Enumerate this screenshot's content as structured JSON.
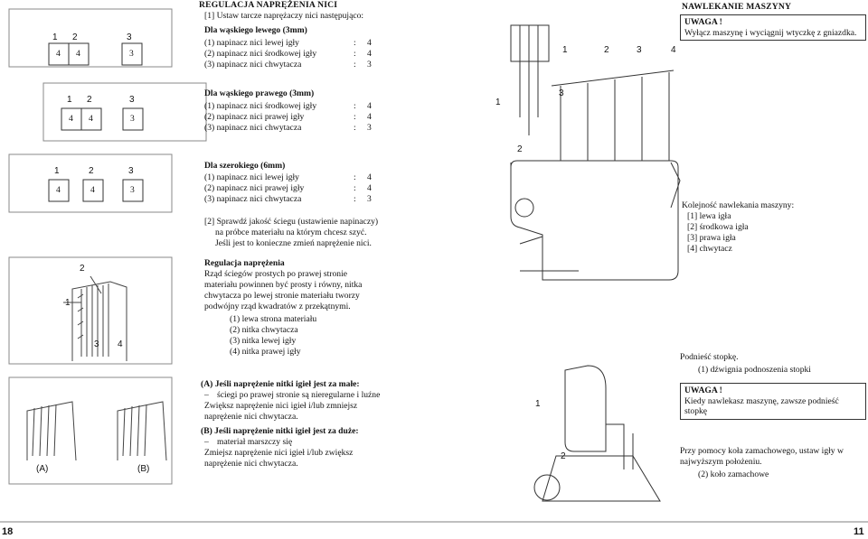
{
  "left": {
    "section_title": "REGULACJA NAPRĘŻENIA NICI",
    "step1": "[1] Ustaw tarcze naprężaczy nici następująco:",
    "narrow_left": {
      "title": "Dla wąskiego lewego (3mm)",
      "rows": [
        {
          "label": "(1) napinacz nici lewej igły",
          "colon": ":",
          "value": "4"
        },
        {
          "label": "(2) napinacz nici środkowej igły",
          "colon": ":",
          "value": "4"
        },
        {
          "label": "(3) napinacz nici chwytacza",
          "colon": ":",
          "value": "3"
        }
      ]
    },
    "narrow_right": {
      "title": "Dla wąskiego prawego (3mm)",
      "rows": [
        {
          "label": "(1) napinacz nici środkowej igły",
          "colon": ":",
          "value": "4"
        },
        {
          "label": "(2) napinacz nici prawej igły",
          "colon": ":",
          "value": "4"
        },
        {
          "label": "(3) napinacz nici chwytacza",
          "colon": ":",
          "value": "3"
        }
      ]
    },
    "wide": {
      "title": "Dla szerokiego (6mm)",
      "rows": [
        {
          "label": "(1) napinacz nici lewej igły",
          "colon": ":",
          "value": "4"
        },
        {
          "label": "(2) napinacz nici prawej igły",
          "colon": ":",
          "value": "4"
        },
        {
          "label": "(3) napinacz nici chwytacza",
          "colon": ":",
          "value": "3"
        }
      ]
    },
    "step2_lines": [
      "[2] Sprawdź jakość ściegu (ustawienie napinaczy)",
      "na próbce materiału na którym chcesz szyć.",
      "Jeśli jest to konieczne zmień naprężenie nici."
    ],
    "regulation": {
      "title": "Regulacja naprężenia",
      "lines": [
        "Rząd ściegów prostych po prawej stronie",
        "materiału powinnen być prosty i równy, nitka",
        "chwytacza po lewej stronie materiału tworzy",
        "podwójny rząd kwadratów z przekątnymi."
      ],
      "items": [
        "(1) lewa strona materiału",
        "(2) nitka chwytacza",
        "(3) nitka lewej igły",
        "(4) nitka prawej igły"
      ]
    },
    "caseA": {
      "title": "(A) Jeśli naprężenie nitki igieł jest za małe:",
      "bullet": "–",
      "bullet_text": "ściegi po prawej stronie są nieregularne i luźne",
      "lines": [
        "Zwiększ naprężenie nici igieł i/lub zmniejsz",
        "naprężenie nici chwytacza."
      ]
    },
    "caseB": {
      "title": "(B) Jeśli naprężenie nitki igieł jest za duże:",
      "bullet": "–",
      "bullet_text": "materiał marszczy się",
      "lines": [
        "Zmiejsz naprężenie nici igieł i/lub zwiększ",
        "naprężenie nici chwytacza."
      ]
    },
    "dial_values_3": [
      "4",
      "4",
      "3"
    ],
    "markers": [
      "1",
      "2",
      "3",
      "4"
    ],
    "fig_labels": [
      "(A)",
      "(B)"
    ],
    "page_number": "18"
  },
  "right": {
    "section_title": "NAWLEKANIE MASZYNY",
    "warning1_title": "UWAGA !",
    "warning1_text": "Wyłącz maszynę i wyciągnij wtyczkę z gniazdka.",
    "order": {
      "title": "Kolejność nawlekania maszyny:",
      "items": [
        "[1] lewa igła",
        "[2] środkowa igła",
        "[3] prawa igła",
        "[4] chwytacz"
      ]
    },
    "presser": {
      "title": "Podnieść stopkę.",
      "item": "(1) dźwignia podnoszenia stopki"
    },
    "warning2_title": "UWAGA !",
    "warning2_lines": [
      "Kiedy nawlekasz maszynę, zawsze podnieść",
      "stopkę"
    ],
    "wheel_lines": [
      "Przy pomocy koła zamachowego, ustaw igły w",
      "najwyższym położeniu."
    ],
    "wheel_item": "(2) koło zamachowe",
    "page_number": "11"
  }
}
